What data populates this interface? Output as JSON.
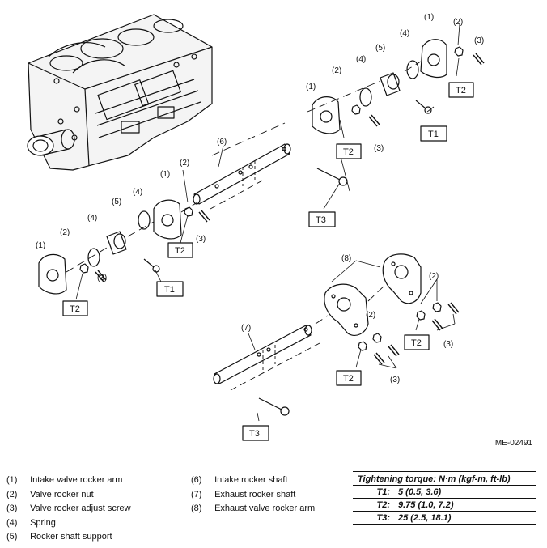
{
  "figure_id": "ME-02491",
  "callouts": {
    "n1": "(1)",
    "n2": "(2)",
    "n3": "(3)",
    "n4": "(4)",
    "n5": "(5)",
    "n6": "(6)",
    "n7": "(7)",
    "n8": "(8)"
  },
  "torque_boxes": {
    "t1": "T1",
    "t2": "T2",
    "t3": "T3"
  },
  "legend_left": [
    {
      "num": "(1)",
      "label": "Intake valve rocker arm"
    },
    {
      "num": "(2)",
      "label": "Valve rocker nut"
    },
    {
      "num": "(3)",
      "label": "Valve rocker adjust screw"
    },
    {
      "num": "(4)",
      "label": "Spring"
    },
    {
      "num": "(5)",
      "label": "Rocker shaft support"
    }
  ],
  "legend_mid": [
    {
      "num": "(6)",
      "label": "Intake rocker shaft"
    },
    {
      "num": "(7)",
      "label": "Exhaust rocker shaft"
    },
    {
      "num": "(8)",
      "label": "Exhaust valve rocker arm"
    }
  ],
  "torque_table": {
    "title": "Tightening torque: N·m (kgf-m, ft-lb)",
    "rows": [
      {
        "key": "T1:",
        "value": "5 (0.5, 3.6)"
      },
      {
        "key": "T2:",
        "value": "9.75 (1.0, 7.2)"
      },
      {
        "key": "T3:",
        "value": "25 (2.5, 18.1)"
      }
    ]
  }
}
